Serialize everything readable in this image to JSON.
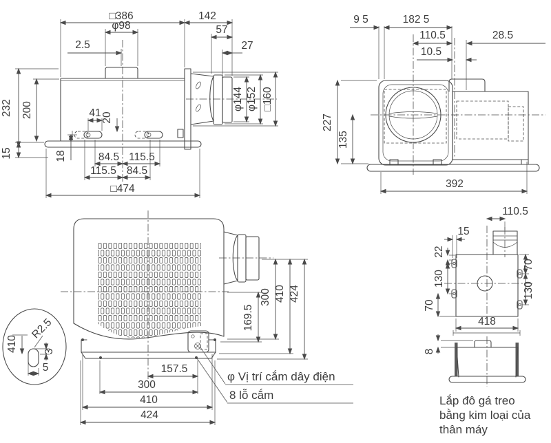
{
  "meta": {
    "ink": "#4a4a4a",
    "txt": "#3d3d3d",
    "bg": "#ffffff"
  },
  "drawing": {
    "type": "technical-dimension-drawing",
    "subject": "ceiling mounted ventilation fan - four orthographic views",
    "v1": {
      "view": "side elevation with duct outlet",
      "sq386": "□386",
      "w142": "142",
      "phi98": "φ98",
      "w57": "57",
      "off25": "2.5",
      "w27": "27",
      "h232": "232",
      "h200": "200",
      "h15": "15",
      "h18": "18",
      "w41": "41",
      "h20": "20",
      "r1a": "84.5",
      "r1b": "115.5",
      "r2a": "115.5",
      "r2b": "84.5",
      "sq474": "□474",
      "phi144": "φ144",
      "phi152": "φ152",
      "sq160": "□160"
    },
    "v2": {
      "view": "front elevation",
      "g95": "9 5",
      "g1825": "182 5",
      "w1105": "110.5",
      "w285": "28.5",
      "w105": "10.5",
      "h227": "227",
      "h135": "135",
      "w392": "392"
    },
    "v3": {
      "view": "bottom view with grille",
      "w1575": "157.5",
      "w300": "300",
      "w410": "410",
      "w424": "424",
      "v1695": "169.5",
      "v300": "300",
      "v410": "410",
      "v424": "424",
      "det410": "410",
      "detR": "R2.5",
      "det3": "3",
      "det5": "5",
      "callout1": "φ Vị trí cắm dây điện",
      "callout2": "8 lỗ cắm"
    },
    "v4": {
      "view": "top view and hanger bracket",
      "w1105": "110.5",
      "w15": "15",
      "h22": "22",
      "l130": "130",
      "l70": "70",
      "r70": "70",
      "r130": "130",
      "w418": "418",
      "h8": "8",
      "cap1": "Lắp đô gá treo",
      "cap2": "bằng kim loại của",
      "cap3": "thân máy"
    }
  }
}
